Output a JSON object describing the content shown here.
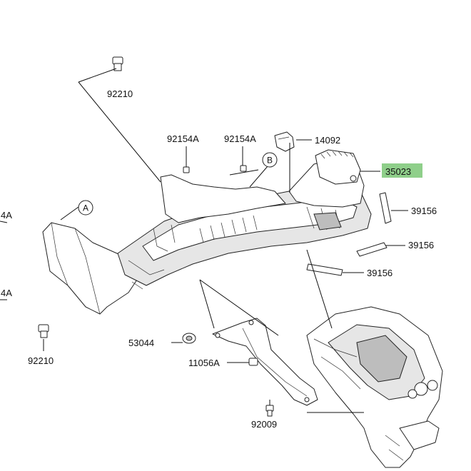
{
  "parts": [
    {
      "id": "p92210_top",
      "label": "92210"
    },
    {
      "id": "p92154a_l",
      "label": "92154A"
    },
    {
      "id": "p92154a_r",
      "label": "92154A"
    },
    {
      "id": "p14092",
      "label": "14092"
    },
    {
      "id": "p35023",
      "label": "35023",
      "highlighted": true
    },
    {
      "id": "p39156_a",
      "label": "39156"
    },
    {
      "id": "p39156_b",
      "label": "39156"
    },
    {
      "id": "p39156_c",
      "label": "39156"
    },
    {
      "id": "p53044",
      "label": "53044"
    },
    {
      "id": "p11056a",
      "label": "11056A"
    },
    {
      "id": "p92210_bot",
      "label": "92210"
    },
    {
      "id": "p92009",
      "label": "92009"
    },
    {
      "id": "p_edge_a",
      "label": "4A"
    },
    {
      "id": "p_edge_b",
      "label": "4A"
    }
  ],
  "refs": [
    {
      "id": "refA",
      "letter": "A"
    },
    {
      "id": "refB",
      "letter": "B"
    }
  ],
  "colors": {
    "highlight": "#8fcf8a",
    "line": "#111111"
  }
}
